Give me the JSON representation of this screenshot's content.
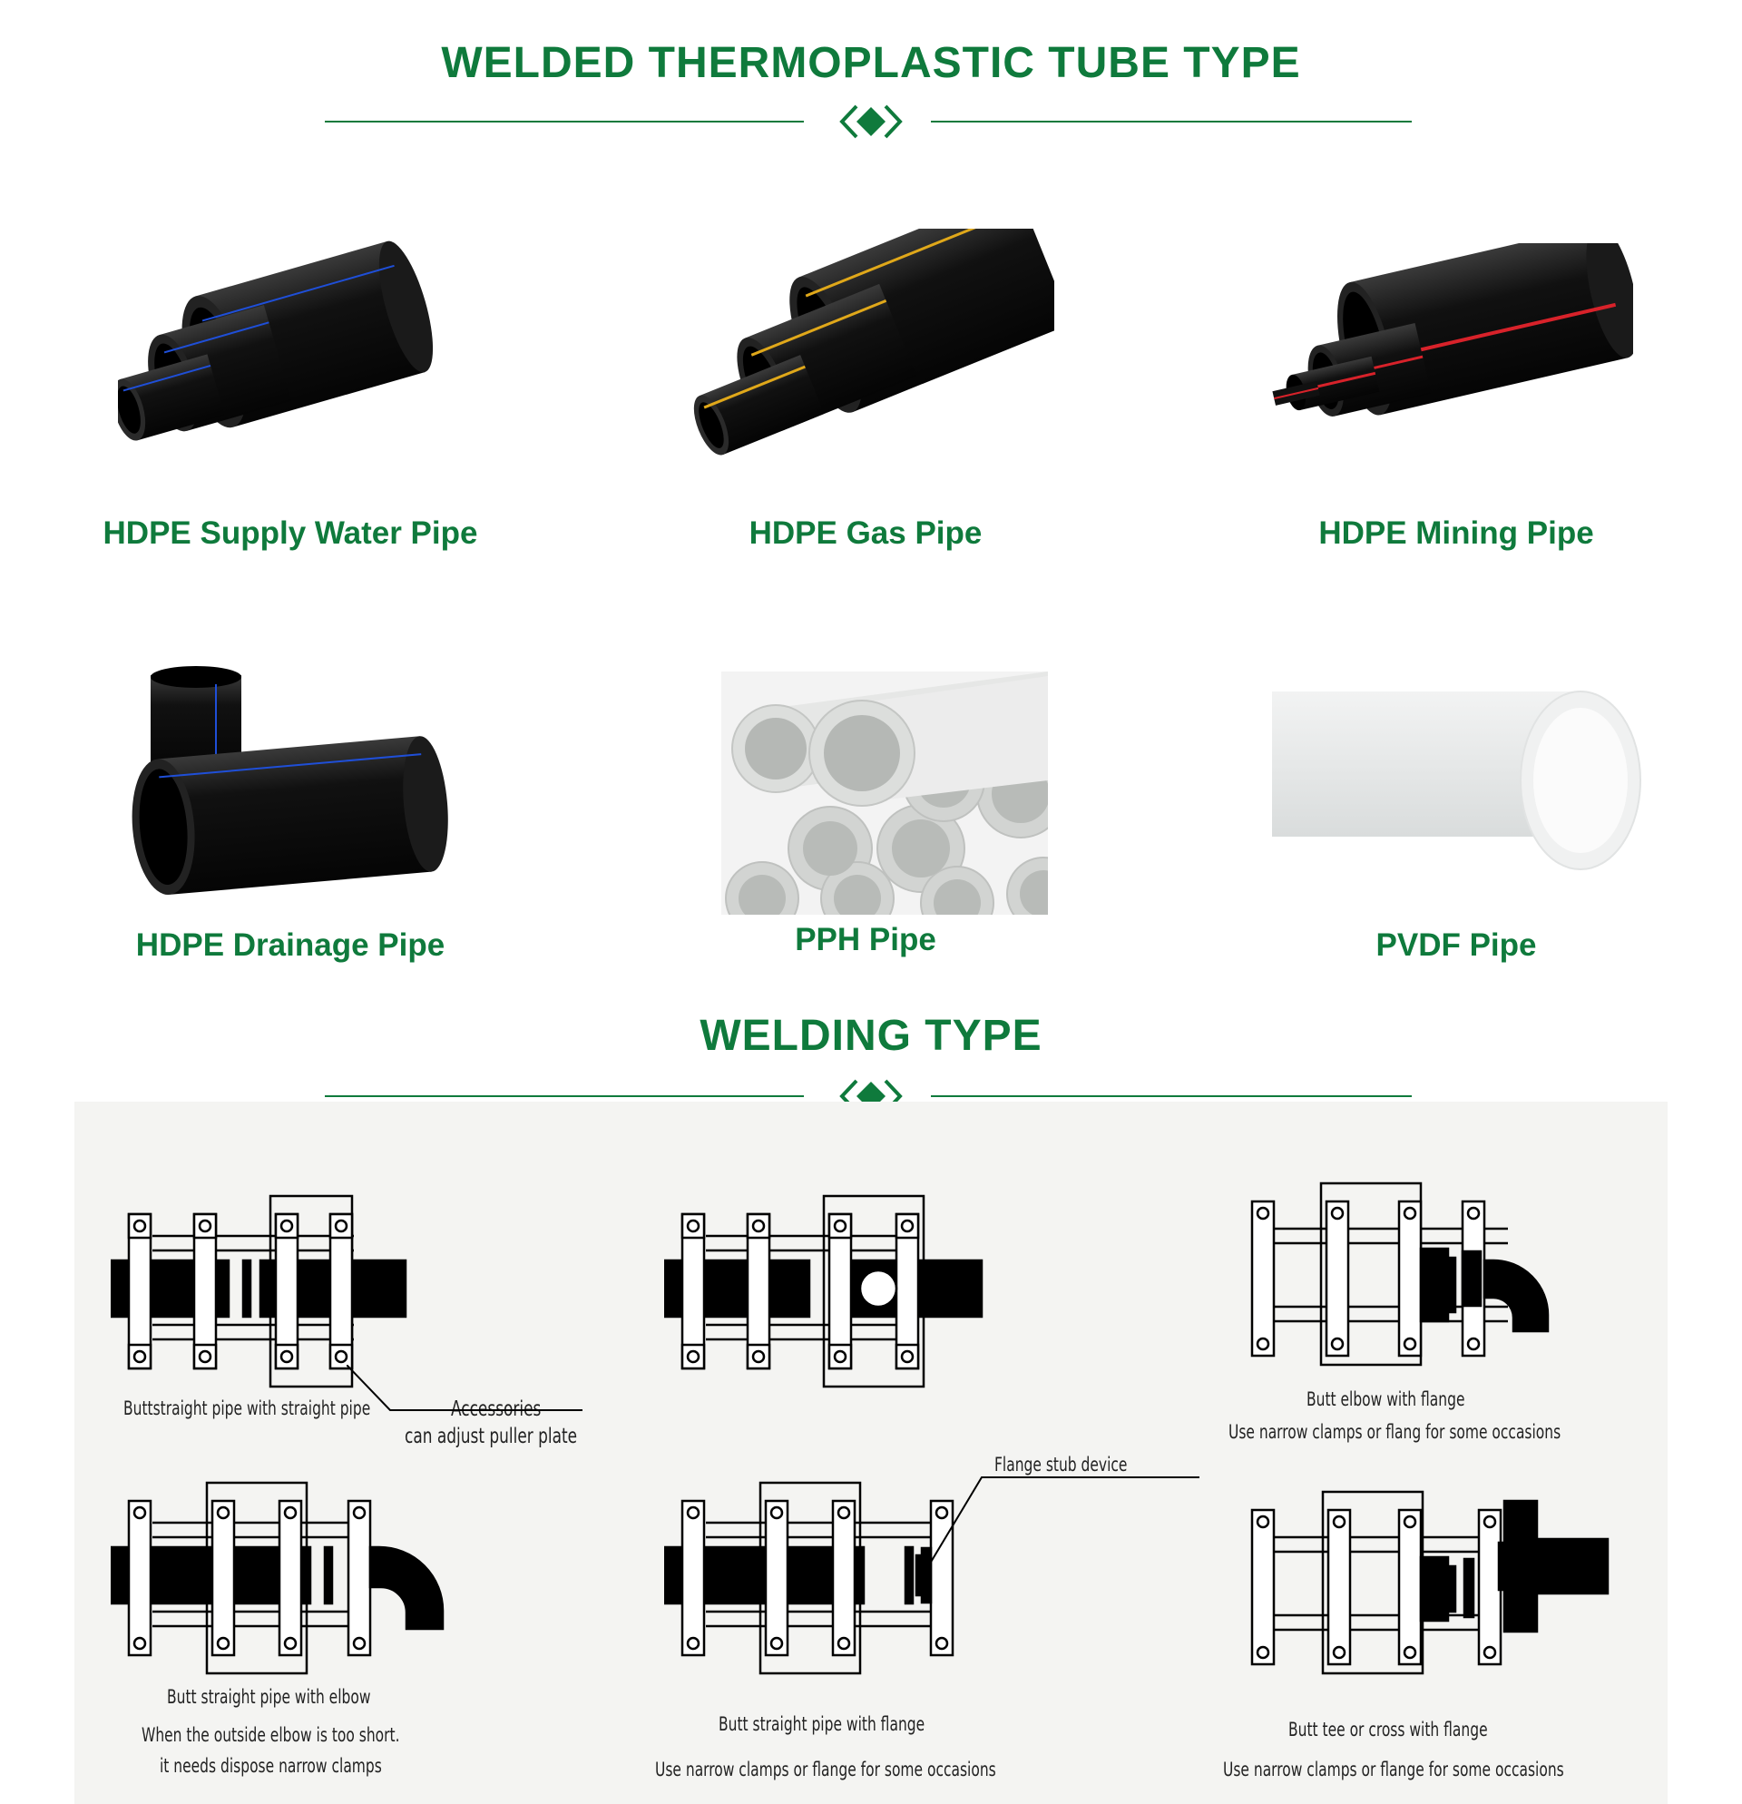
{
  "header": {
    "title": "WELDED THERMOPLASTIC TUBE TYPE",
    "accent_color": "#0f7a3c"
  },
  "products": [
    {
      "label": "HDPE Supply Water Pipe",
      "icon": "black-pipe-blue-stripe"
    },
    {
      "label": "HDPE Gas Pipe",
      "icon": "black-pipe-yellow-stripe"
    },
    {
      "label": "HDPE Mining Pipe",
      "icon": "black-pipe-red-stripe"
    },
    {
      "label": "HDPE Drainage Pipe",
      "icon": "black-pipe-blue-stripe"
    },
    {
      "label": "PPH Pipe",
      "icon": "grey-pipe-bundle"
    },
    {
      "label": "PVDF Pipe",
      "icon": "white-pipe"
    }
  ],
  "welding": {
    "title": "WELDING TYPE",
    "diagrams": [
      {
        "caption": "Buttstraight pipe with straight pipe",
        "note_line1": "Accessories",
        "note_line2": "can adjust puller plate"
      },
      {
        "caption": "",
        "note_line1": "",
        "note_line2": ""
      },
      {
        "caption": "Butt elbow with flange",
        "note_line1": "Use narrow clamps or flang for some occasions",
        "note_line2": ""
      },
      {
        "caption": "Butt straight pipe with elbow",
        "note_line1": "When the outside elbow is too short.",
        "note_line2": "it needs dispose narrow clamps"
      },
      {
        "caption": "Butt straight pipe with flange",
        "note_line1": "Use narrow clamps or flange for some occasions",
        "note_line2": "",
        "callout": "Flange stub device"
      },
      {
        "caption": "Butt tee or cross with flange",
        "note_line1": "Use narrow clamps or flange for some occasions",
        "note_line2": ""
      }
    ]
  }
}
